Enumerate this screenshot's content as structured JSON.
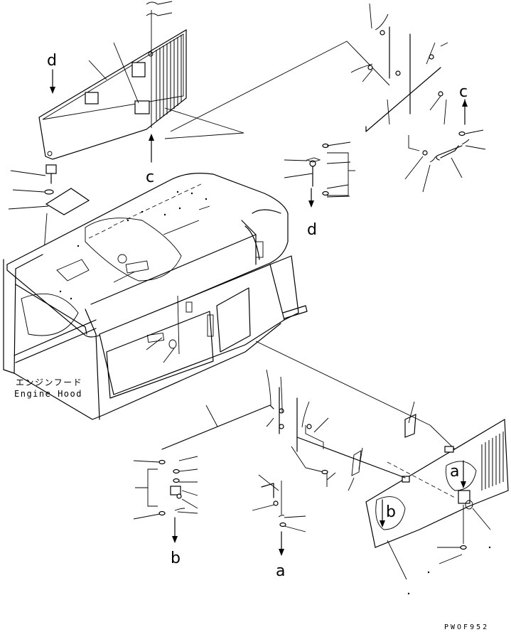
{
  "caption": {
    "japanese": "エンジンフード",
    "english": "Engine Hood"
  },
  "drawing_code": "PWOF952",
  "reference_letters": {
    "a": "a",
    "b": "b",
    "c": "c",
    "d": "d"
  }
}
